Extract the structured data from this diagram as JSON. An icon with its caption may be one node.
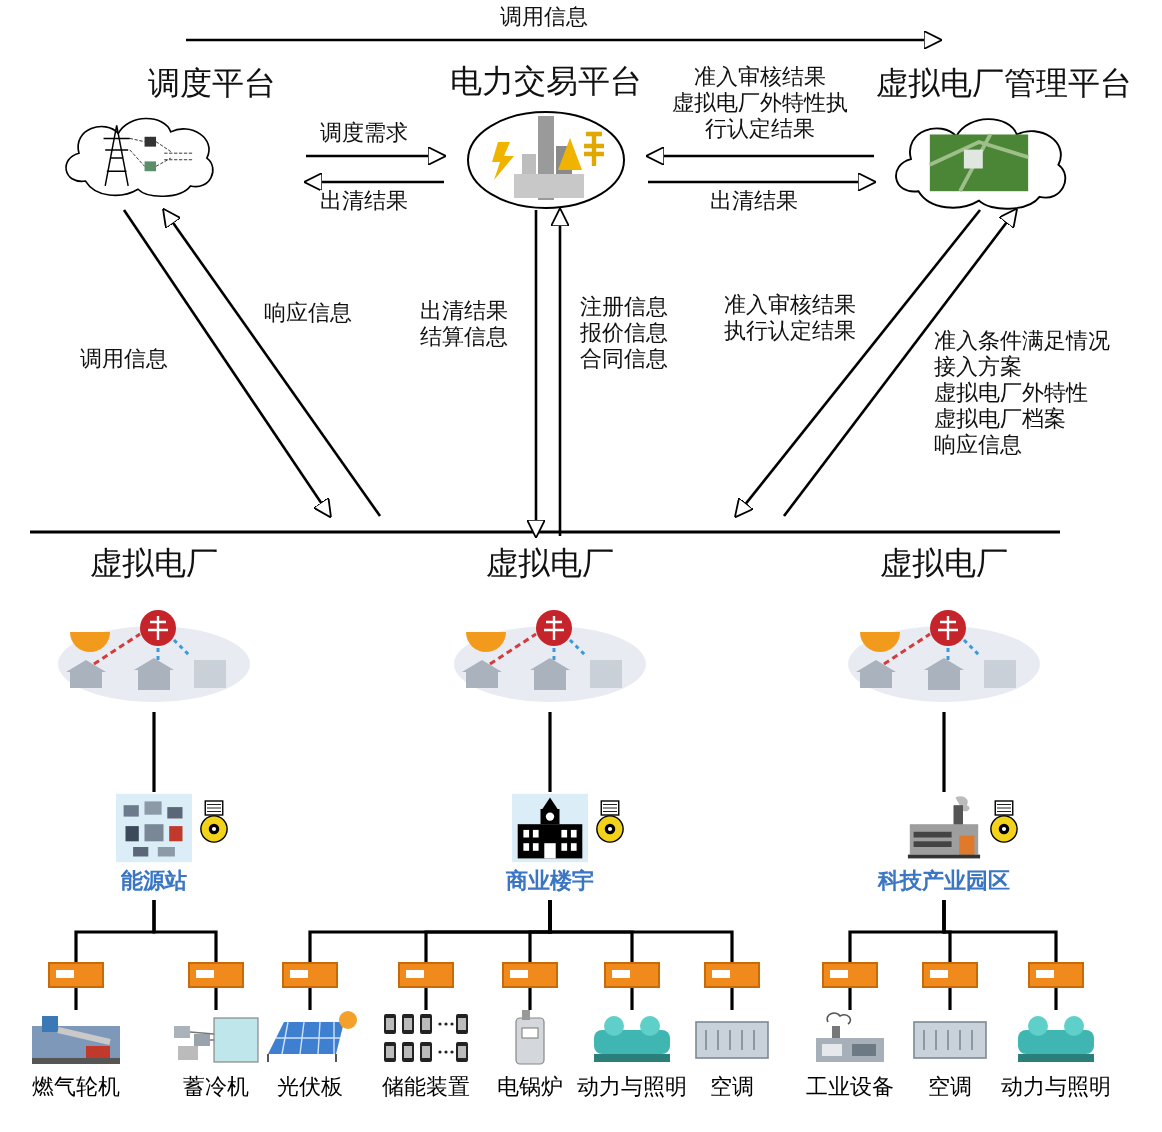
{
  "diagram": {
    "nodes": [
      {
        "text": [
          "调度平台"
        ]
      },
      {
        "text": [
          "电力交易平台"
        ]
      },
      {
        "text": [
          "虚拟电厂管理平台"
        ]
      },
      {
        "text": [
          "虚拟电厂"
        ]
      },
      {
        "text": [
          "虚拟电厂"
        ]
      },
      {
        "text": [
          "虚拟电厂"
        ]
      },
      {
        "text": [
          "能源站"
        ]
      },
      {
        "text": [
          "商业楼宇"
        ]
      },
      {
        "text": [
          "科技产业园区"
        ]
      },
      {
        "text": [],
        "shape": "box"
      },
      {
        "text": [],
        "shape": "box"
      },
      {
        "text": [],
        "shape": "box"
      },
      {
        "text": [],
        "shape": "box"
      },
      {
        "text": [],
        "shape": "box"
      },
      {
        "text": [],
        "shape": "box"
      },
      {
        "text": [],
        "shape": "box"
      },
      {
        "text": [],
        "shape": "box"
      },
      {
        "text": [],
        "shape": "box"
      },
      {
        "text": [],
        "shape": "box"
      },
      {
        "text": [
          "燃气轮机"
        ]
      },
      {
        "text": [
          "蓄冷机"
        ]
      },
      {
        "text": [
          "光伏板"
        ]
      },
      {
        "text": [
          "储能装置"
        ]
      },
      {
        "text": [
          "电锅炉"
        ]
      },
      {
        "text": [
          "动力与照明"
        ]
      },
      {
        "text": [
          "空调"
        ]
      },
      {
        "text": [
          "工业设备"
        ]
      },
      {
        "text": [
          "空调"
        ]
      },
      {
        "text": [
          "动力与照明"
        ]
      }
    ],
    "edges": [
      {
        "from": 0,
        "to": 2,
        "arrow": "to",
        "label": "调用信息"
      },
      {
        "from": 0,
        "to": 1,
        "arrow": "to",
        "label": "调度需求"
      },
      {
        "from": 1,
        "to": 0,
        "arrow": "to",
        "label": "出清结果"
      },
      {
        "from": 2,
        "to": 1,
        "arrow": "to",
        "label": "准入审核结果虚拟电厂外特性执行认定结果"
      },
      {
        "from": 1,
        "to": 2,
        "arrow": "to",
        "label": "出清结果"
      },
      {
        "from": 0,
        "to": null,
        "arrow": "to",
        "label": "调用信息"
      },
      {
        "from": null,
        "to": 0,
        "arrow": "to",
        "label": "响应信息"
      },
      {
        "from": 1,
        "to": 4,
        "arrow": "to",
        "label": "出清结果结算信息"
      },
      {
        "from": 4,
        "to": 1,
        "arrow": "to",
        "label": "注册信息报价信息合同信息"
      },
      {
        "from": 2,
        "to": null,
        "arrow": "to",
        "label": "准入审核结果执行认定结果"
      },
      {
        "from": null,
        "to": 2,
        "arrow": "to",
        "label": "准入条件满足情况接入方案虚拟电厂外特性虚拟电厂档案响应信息"
      },
      {
        "from": 3,
        "to": 6,
        "arrow": "none"
      },
      {
        "from": 4,
        "to": 7,
        "arrow": "none"
      },
      {
        "from": 5,
        "to": 8,
        "arrow": "none"
      },
      {
        "from": 6,
        "to": 9,
        "arrow": "none"
      },
      {
        "from": 6,
        "to": 10,
        "arrow": "none"
      },
      {
        "from": 7,
        "to": 11,
        "arrow": "none"
      },
      {
        "from": 7,
        "to": 12,
        "arrow": "none"
      },
      {
        "from": 7,
        "to": 13,
        "arrow": "none"
      },
      {
        "from": 7,
        "to": 14,
        "arrow": "none"
      },
      {
        "from": 7,
        "to": 15,
        "arrow": "none"
      },
      {
        "from": 8,
        "to": 16,
        "arrow": "none"
      },
      {
        "from": 8,
        "to": 17,
        "arrow": "none"
      },
      {
        "from": 8,
        "to": 18,
        "arrow": "none"
      },
      {
        "from": 9,
        "to": 19,
        "arrow": "none"
      },
      {
        "from": 10,
        "to": 20,
        "arrow": "none"
      },
      {
        "from": 11,
        "to": 21,
        "arrow": "none"
      },
      {
        "from": 12,
        "to": 22,
        "arrow": "none"
      },
      {
        "from": 13,
        "to": 23,
        "arrow": "none"
      },
      {
        "from": 14,
        "to": 24,
        "arrow": "none"
      },
      {
        "from": 15,
        "to": 25,
        "arrow": "none"
      },
      {
        "from": 16,
        "to": 26,
        "arrow": "none"
      },
      {
        "from": 17,
        "to": 27,
        "arrow": "none"
      },
      {
        "from": 18,
        "to": 28,
        "arrow": "none"
      }
    ]
  }
}
